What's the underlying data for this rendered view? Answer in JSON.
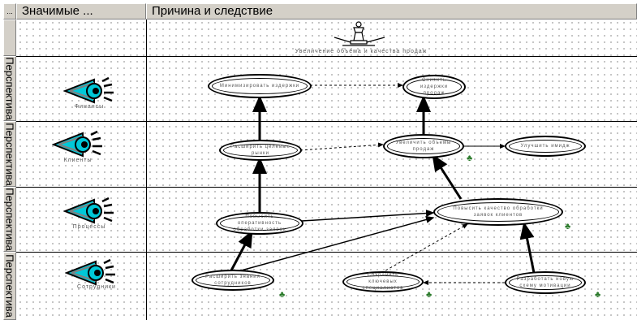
{
  "header": {
    "col1": "Значимые ...",
    "col2": "Причина и следствие",
    "corner": "..."
  },
  "rows": [
    {
      "label": "Перспектива",
      "caption": "Финансы"
    },
    {
      "label": "Перспектива",
      "caption": "Клиенты"
    },
    {
      "label": "Перспектива",
      "caption": "Процессы"
    },
    {
      "label": "Перспектива",
      "caption": "Сотрудники"
    }
  ],
  "top": {
    "label": "Увеличение объёма и качества продаж"
  },
  "nodes": {
    "n1": "Минимизировать издержки",
    "n2": "Снизить издержки продаж",
    "n3": "Расширить целевые рынки",
    "n4": "Увеличить объемы продаж",
    "n5": "Улучшить имидж",
    "n6": "Повысить оперативность обработки заявок",
    "n7": "Повысить качество обработки заявок клиентов",
    "n8": "Расширить знания сотрудников",
    "n9": "Сохранить ключевых специалистов",
    "n10": "Разработать новую схему мотивации"
  },
  "marker": "♣",
  "colors": {
    "eye": "#00c8d8",
    "header": "#d4d0c8",
    "marker": "#2b7b2b"
  },
  "icons": {
    "row": "eye-icon",
    "top": "chess-piece-icon",
    "marker": "small-figure-icon"
  }
}
